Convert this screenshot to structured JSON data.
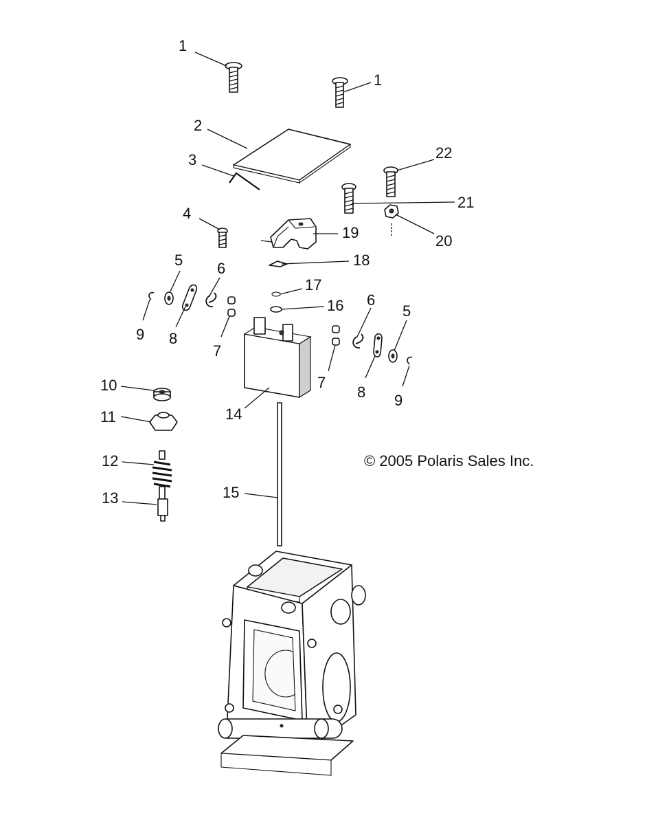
{
  "copyright": "© 2005 Polaris Sales Inc.",
  "callouts": [
    "1",
    "1",
    "2",
    "3",
    "4",
    "5",
    "6",
    "7",
    "8",
    "9",
    "10",
    "11",
    "12",
    "13",
    "14",
    "15",
    "16",
    "17",
    "18",
    "19",
    "20",
    "21",
    "22",
    "6",
    "5",
    "7",
    "8",
    "9"
  ],
  "colors": {
    "line": "#111111",
    "background": "#ffffff",
    "shade": "#cfcfcf"
  }
}
